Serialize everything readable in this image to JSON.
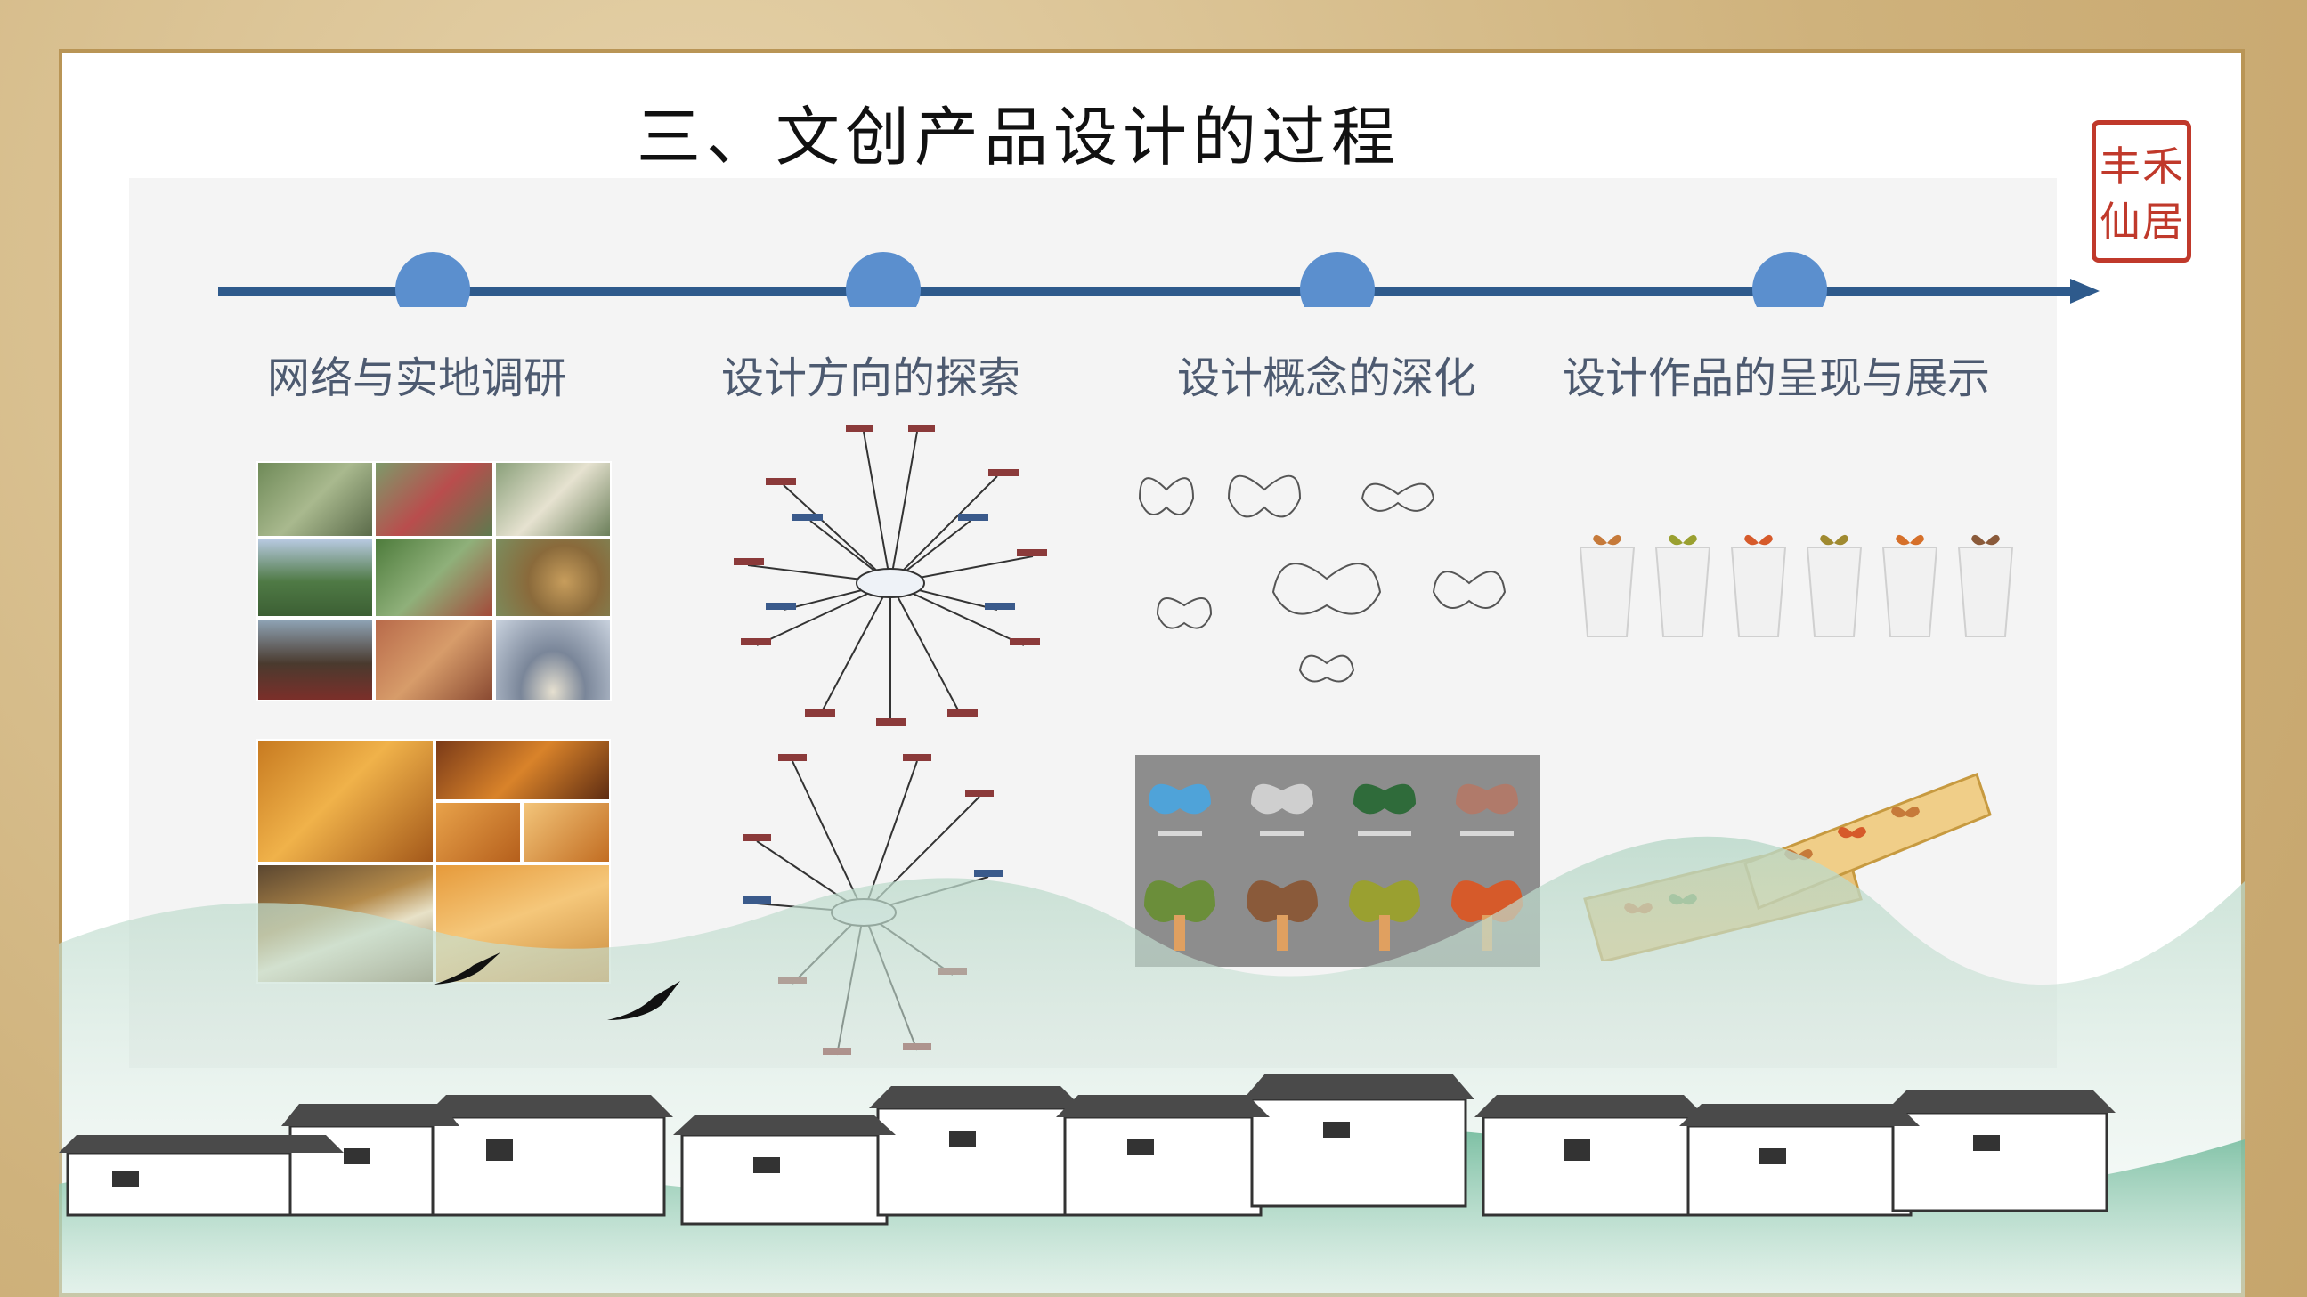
{
  "slide": {
    "title": "三、文创产品设计的过程",
    "seal_chars": [
      "丰",
      "禾",
      "仙",
      "居"
    ]
  },
  "timeline": {
    "steps": [
      {
        "label": "网络与实地调研"
      },
      {
        "label": "设计方向的探索"
      },
      {
        "label": "设计概念的深化"
      },
      {
        "label": "设计作品的呈现与展示"
      }
    ],
    "colors": {
      "line": "#2e5a8c",
      "node": "#5b8fce"
    }
  },
  "icons": {
    "seal": "seal-stamp-icon",
    "swallow": "swallow-bird-icon",
    "arrow": "arrow-right-icon"
  }
}
